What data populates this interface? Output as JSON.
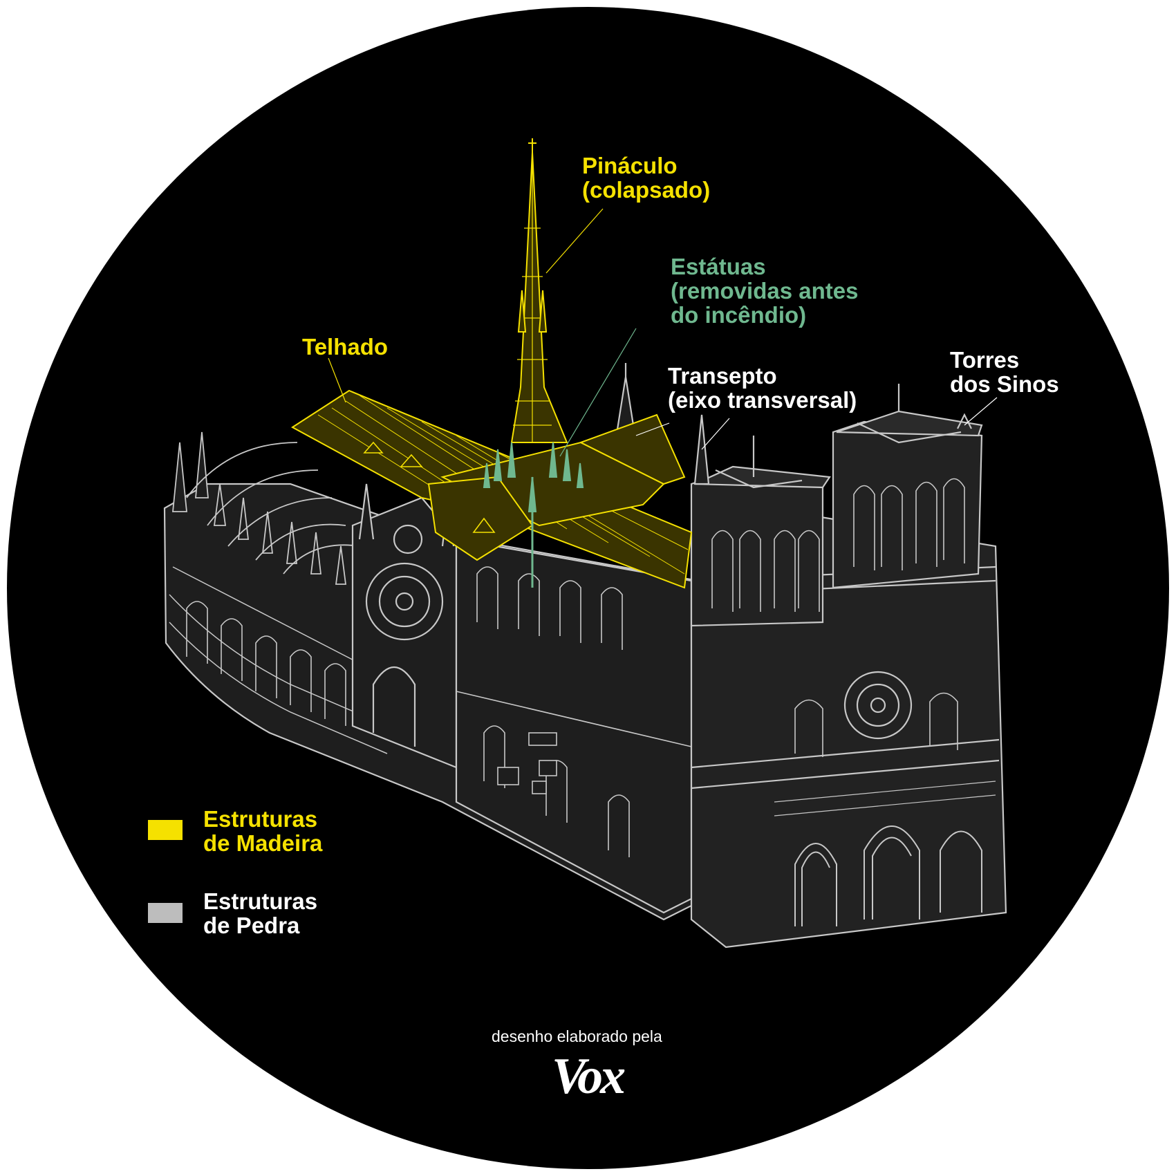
{
  "colors": {
    "background": "#000000",
    "wood": "#f5e100",
    "stone": "#c8c8c8",
    "statues": "#6fb88f",
    "label_white": "#ffffff",
    "label_yellow": "#f5e100",
    "label_green": "#6fb88f"
  },
  "labels": {
    "spire": [
      "Pináculo",
      "(colapsado)"
    ],
    "statues": [
      "Estátuas",
      "(removidas antes",
      "do incêndio)"
    ],
    "roof": [
      "Telhado"
    ],
    "transept": [
      "Transepto",
      "(eixo transversal)"
    ],
    "towers": [
      "Torres",
      "dos Sinos"
    ]
  },
  "legend": {
    "wood": {
      "line1": "Estruturas",
      "line2": "de Madeira"
    },
    "stone": {
      "line1": "Estruturas",
      "line2": "de Pedra"
    }
  },
  "credit": {
    "text": "desenho elaborado pela",
    "logo": "Vox"
  }
}
